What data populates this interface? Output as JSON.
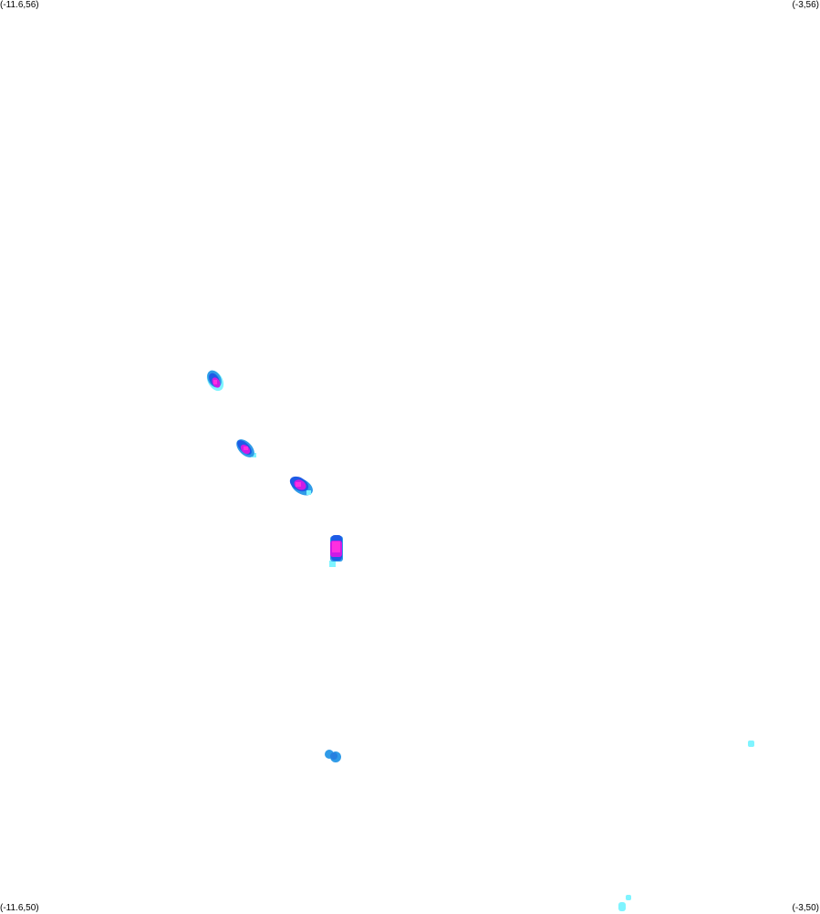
{
  "corners": {
    "top_left": "(-11.6,56)",
    "top_right": "(-3,56)",
    "bottom_left": "(-11.6,50)",
    "bottom_right": "(-3,50)"
  },
  "colors": {
    "background": "#ffffff",
    "level_low": "#7ff4ff",
    "level_mid_low": "#2f9be8",
    "level_mid": "#1e5ae6",
    "level_high": "#cc1ce6",
    "level_peak": "#ff2fe0"
  }
}
